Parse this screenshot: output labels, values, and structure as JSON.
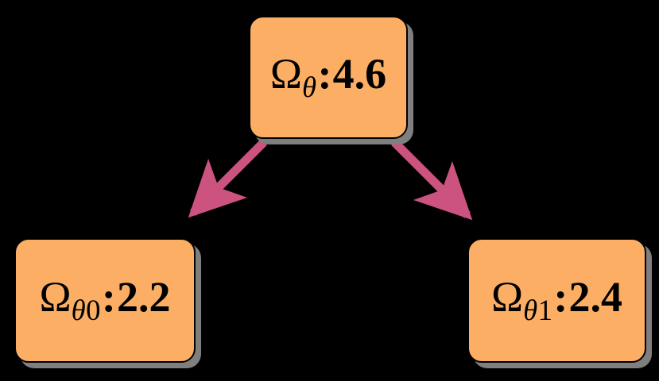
{
  "diagram": {
    "type": "tree",
    "title": "",
    "background_color": "#000000",
    "node_fill_color": "#fcaf64",
    "node_border_color": "#000000",
    "node_shadow_color": "#7f7f7f",
    "edge_color": "#cc527f",
    "text_color": "#000000",
    "nodes": [
      {
        "id": "root",
        "symbol": "Ω",
        "subscript": "θ",
        "subscript_index": "",
        "separator": ":",
        "value": "4.6",
        "label": "Ωθ:4.6"
      },
      {
        "id": "left",
        "symbol": "Ω",
        "subscript": "θ",
        "subscript_index": "0",
        "separator": ":",
        "value": "2.2",
        "label": "Ωθ0:2.2"
      },
      {
        "id": "right",
        "symbol": "Ω",
        "subscript": "θ",
        "subscript_index": "1",
        "separator": ":",
        "value": "2.4",
        "label": "Ωθ1:2.4"
      }
    ],
    "edges": [
      {
        "id": "root-to-left",
        "from": "root",
        "to": "left",
        "label": "",
        "arrowhead": "filled-triangle"
      },
      {
        "id": "root-to-right",
        "from": "root",
        "to": "right",
        "label": "",
        "arrowhead": "filled-triangle"
      }
    ]
  }
}
